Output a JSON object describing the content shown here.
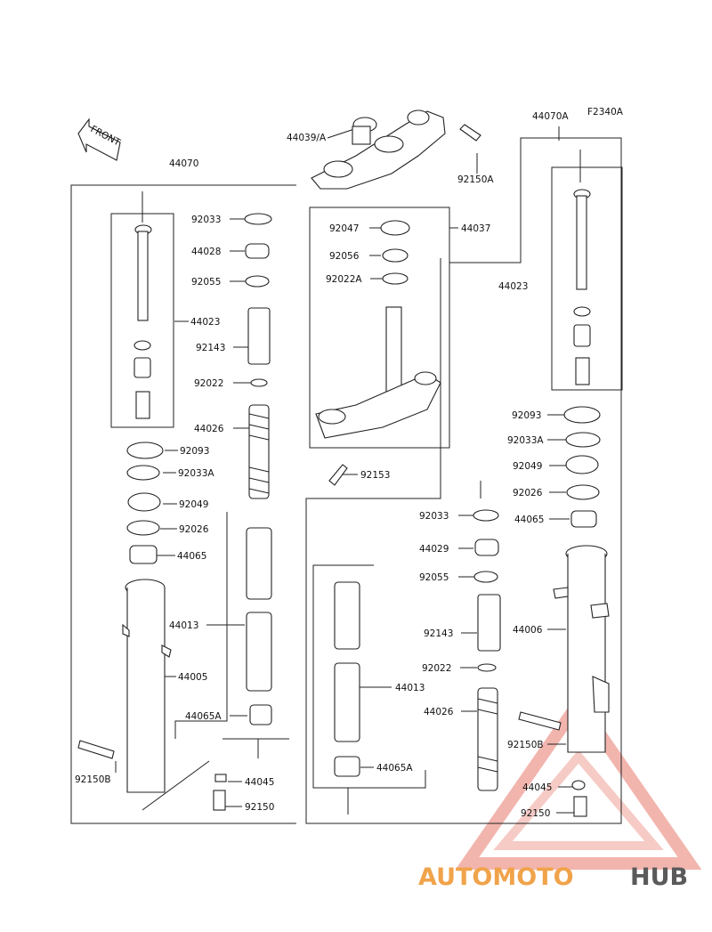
{
  "diagram": {
    "code": "F2340A",
    "front_label": "FRONT",
    "labels": {
      "l44070": "44070",
      "l44070A": "44070A",
      "l44039A": "44039/A",
      "l92150A": "92150A",
      "l92033": "92033",
      "l44028": "44028",
      "l92055": "92055",
      "l44023L": "44023",
      "l92143": "92143",
      "l92022": "92022",
      "l44026": "44026",
      "l92093": "92093",
      "l92033A": "92033A",
      "l92049": "92049",
      "l92026": "92026",
      "l44065": "44065",
      "l44013": "44013",
      "l44005": "44005",
      "l44065A": "44065A",
      "l92150B": "92150B",
      "l44045": "44045",
      "l92150": "92150",
      "l92047": "92047",
      "l92056": "92056",
      "l92022A": "92022A",
      "l44037": "44037",
      "l92153": "92153",
      "l44023R": "44023",
      "r92093": "92093",
      "r92033A": "92033A",
      "r92049": "92049",
      "r92026": "92026",
      "r44065": "44065",
      "r44006": "44006",
      "r92150B": "92150B",
      "r44045": "44045",
      "r92150": "92150",
      "m92033": "92033",
      "m44029": "44029",
      "m92055": "92055",
      "m92143": "92143",
      "m92022": "92022",
      "m44026": "44026",
      "m44013": "44013",
      "m44065A": "44065A"
    }
  },
  "watermark": {
    "part1": "AUTOMOTO",
    "part2": "HUB",
    "color_primary": "#e8412f",
    "color_secondary": "#f0a34a",
    "color_text_dark": "#5a5a5a"
  }
}
